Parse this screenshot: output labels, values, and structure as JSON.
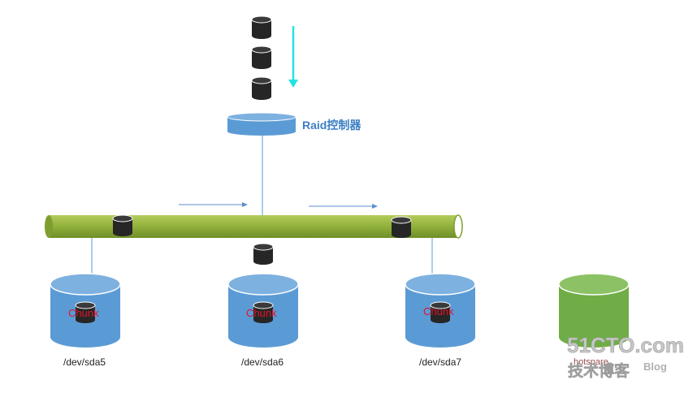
{
  "controller": {
    "label": "Raid控制器"
  },
  "disks": [
    {
      "device": "/dev/sda5",
      "chunk_label": "Chunk"
    },
    {
      "device": "/dev/sda6",
      "chunk_label": "Chunk"
    },
    {
      "device": "/dev/sda7",
      "chunk_label": "Chunk"
    }
  ],
  "hotspare": {
    "label": "hotspare"
  },
  "watermark": {
    "brand": "51CTO.com",
    "subtitle": "技术博客",
    "blog": "Blog"
  },
  "colors": {
    "disk_blue": "#5b9bd5",
    "disk_blue_top": "#7db1e0",
    "bus_green": "#8fb03a",
    "hotspare_green": "#70ad47",
    "block_black": "#262626",
    "arrow_cyan": "#22e3e3",
    "flow_blue": "#5b8fcf",
    "chunk_red": "#e0122a",
    "label_blue": "#3b7fc4"
  }
}
